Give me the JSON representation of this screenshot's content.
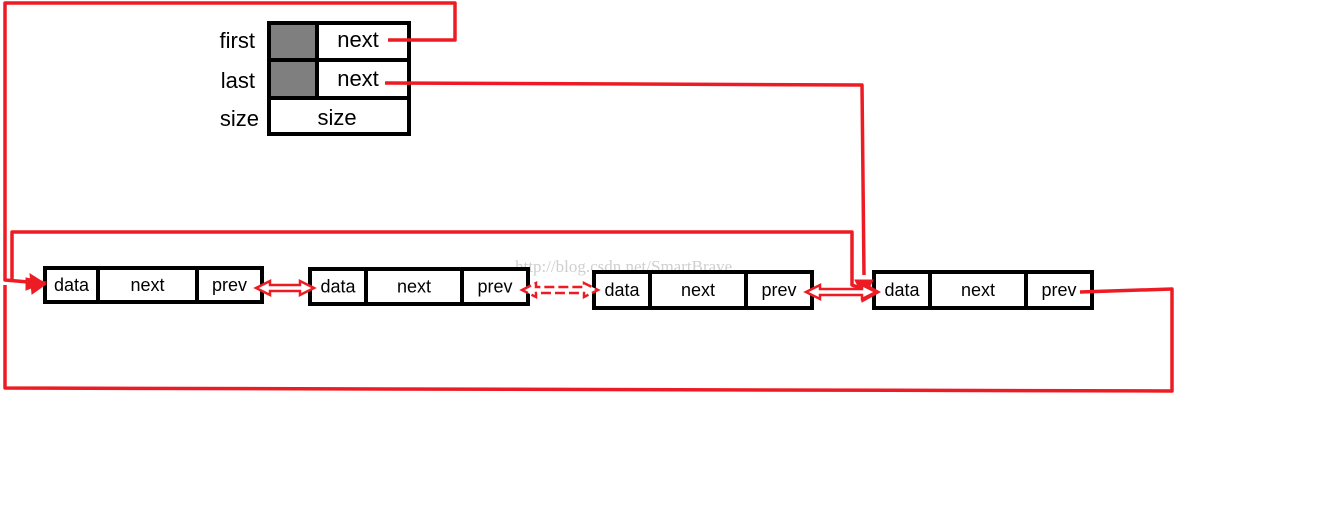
{
  "header_struct": {
    "rows": [
      {
        "label": "first",
        "field": "next"
      },
      {
        "label": "last",
        "field": "next"
      },
      {
        "label": "size",
        "field": "size"
      }
    ]
  },
  "nodes": [
    {
      "data": "data",
      "next": "next",
      "prev": "prev"
    },
    {
      "data": "data",
      "next": "next",
      "prev": "prev"
    },
    {
      "data": "data",
      "next": "next",
      "prev": "prev"
    },
    {
      "data": "data",
      "next": "next",
      "prev": "prev"
    }
  ],
  "watermark": "http://blog.csdn.net/SmartBrave",
  "colors": {
    "pointer": "#ed1c24",
    "pointer_cell": "#7f7f7f",
    "border": "#000000"
  }
}
